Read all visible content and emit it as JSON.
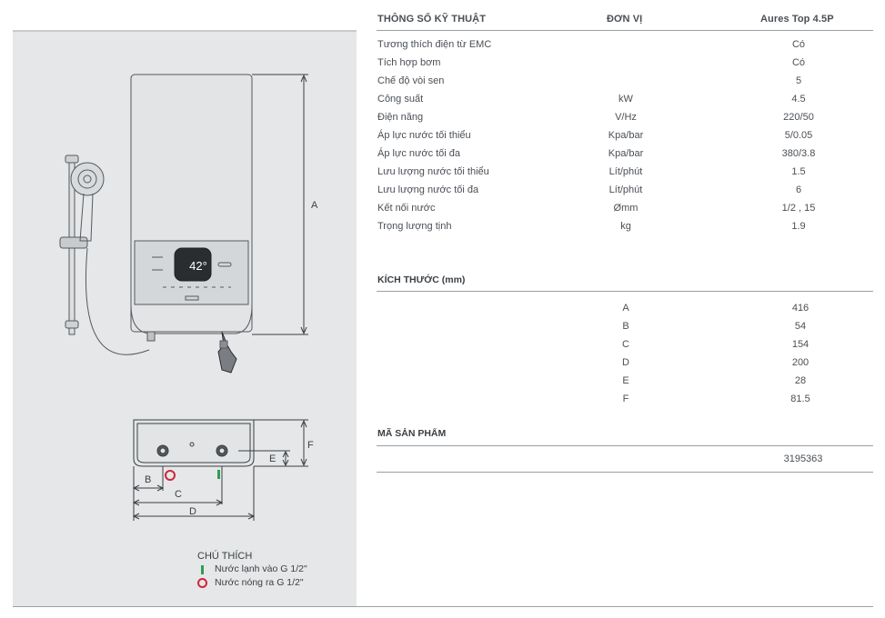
{
  "header": {
    "col_spec": "THÔNG SỐ KỸ THUẬT",
    "col_unit": "ĐƠN VỊ",
    "col_model": "Aures Top 4.5P"
  },
  "specs": [
    {
      "label": "Tương thích điện từ EMC",
      "unit": "",
      "value": "Có"
    },
    {
      "label": "Tích hợp bơm",
      "unit": "",
      "value": "Có"
    },
    {
      "label": "Chế độ vòi sen",
      "unit": "",
      "value": "5"
    },
    {
      "label": "Công suất",
      "unit": "kW",
      "value": "4.5"
    },
    {
      "label": "Điện năng",
      "unit": "V/Hz",
      "value": "220/50"
    },
    {
      "label": "Áp lực nước tối thiểu",
      "unit": "Kpa/bar",
      "value": "5/0.05"
    },
    {
      "label": "Áp lực nước tối đa",
      "unit": "Kpa/bar",
      "value": "380/3.8"
    },
    {
      "label": "Lưu lượng nước tối thiểu",
      "unit": "Lít/phút",
      "value": "1.5"
    },
    {
      "label": "Lưu lượng nước tối đa",
      "unit": "Lít/phút",
      "value": "6"
    },
    {
      "label": "Kết nối nước",
      "unit": "Ømm",
      "value": "1/2 , 15"
    },
    {
      "label": "Trọng lượng tịnh",
      "unit": "kg",
      "value": "1.9"
    }
  ],
  "dimensions": {
    "title": "KÍCH THƯỚC (mm)",
    "items": [
      {
        "key": "A",
        "value": "416"
      },
      {
        "key": "B",
        "value": "54"
      },
      {
        "key": "C",
        "value": "154"
      },
      {
        "key": "D",
        "value": "200"
      },
      {
        "key": "E",
        "value": "28"
      },
      {
        "key": "F",
        "value": "81.5"
      }
    ]
  },
  "product_code": {
    "title": "MÃ SẢN PHẨM",
    "value": "3195363"
  },
  "legend": {
    "title": "CHÚ THÍCH",
    "cold_in": "Nước lạnh vào G 1/2\"",
    "hot_out": "Nước nóng ra G 1/2\""
  },
  "diagram": {
    "label_a": "A",
    "label_b": "B",
    "label_c": "C",
    "label_d": "D",
    "label_e": "E",
    "label_f": "F",
    "display_temp": "42°"
  },
  "colors": {
    "cold": "#2e9e4f",
    "hot": "#d0263a",
    "panel": "#e5e7e8"
  }
}
